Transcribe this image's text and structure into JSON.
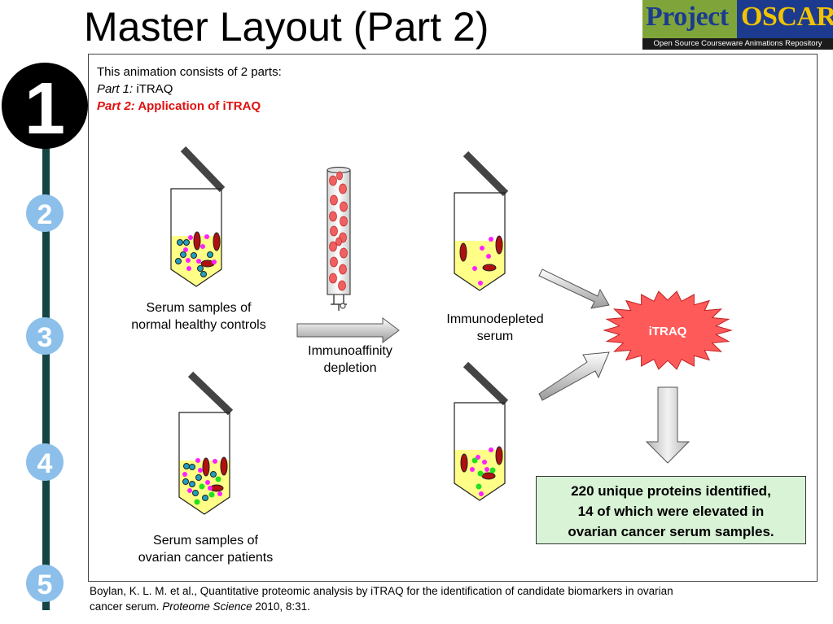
{
  "title": "Master Layout (Part 2)",
  "logo": {
    "word1": "Project",
    "word2": "OSCAR",
    "tagline": "Open Source Courseware Animations Repository"
  },
  "steps": [
    "1",
    "2",
    "3",
    "4",
    "5"
  ],
  "intro": {
    "line1": "This animation consists of 2 parts:",
    "part1_label": "Part 1:",
    "part1_text": "iTRAQ",
    "part2_label": "Part 2:",
    "part2_text": "Application of iTRAQ"
  },
  "labels": {
    "normal_l1": "Serum samples of",
    "normal_l2": "normal healthy controls",
    "cancer_l1": "Serum samples of",
    "cancer_l2": "ovarian cancer patients",
    "depletion_l1": "Immunoaffinity",
    "depletion_l2": "depletion",
    "depleted_l1": "Immunodepleted",
    "depleted_l2": "serum",
    "itraq": "iTRAQ"
  },
  "result": {
    "line1": "220 unique proteins identified,",
    "line2": "14 of which were elevated in",
    "line3": "ovarian cancer serum samples."
  },
  "citation": {
    "text1": "Boylan, K. L. M. et al., Quantitative proteomic analysis by iTRAQ for the identification of candidate biomarkers in ovarian",
    "text2": "cancer serum. ",
    "journal": "Proteome Science",
    "text3": " 2010, 8:31."
  },
  "colors": {
    "serum": "#ffff88",
    "red_cell": "#b01010",
    "magenta_dot": "#ff20ff",
    "teal_dot": "#20a0c0",
    "green_dot": "#20e020",
    "step_active": "#000000",
    "step_inactive": "#8cc0ea",
    "timeline": "#144444",
    "itraq_burst": "#ff5a5a",
    "result_bg": "#d9f3d6"
  }
}
